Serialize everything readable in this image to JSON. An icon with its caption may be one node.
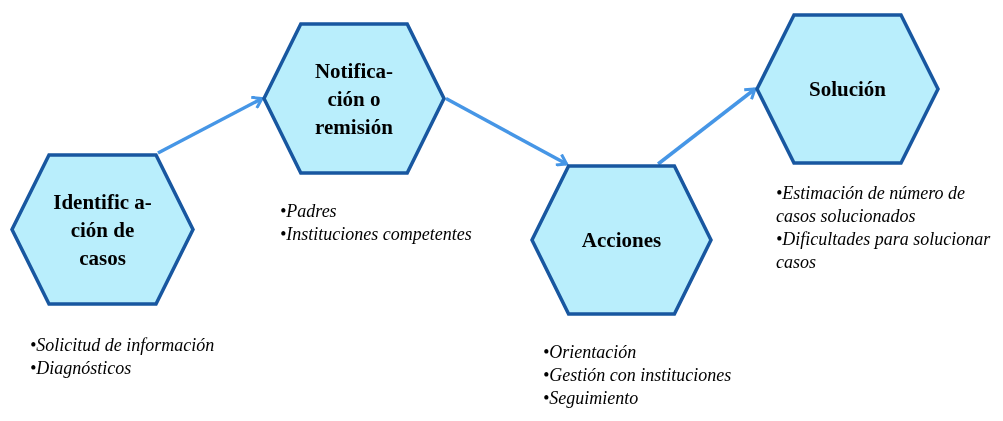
{
  "diagram": {
    "nodes": [
      {
        "text": [
          "Identific a-ción de casos"
        ],
        "beside": [
          "•Solicitud de información",
          "•Diagnósticos"
        ]
      },
      {
        "text": [
          "Notifica- ción o remisión"
        ],
        "beside": [
          "•Padres",
          "•Instituciones competentes"
        ]
      },
      {
        "text": [
          "Acciones"
        ],
        "beside": [
          "•Orientación",
          "•Gestión con instituciones",
          "•Seguimiento"
        ]
      },
      {
        "text": [
          "Solución"
        ],
        "beside": [
          "•Estimación de número de casos solucionados",
          "•Dificultades para solucionar casos"
        ]
      }
    ],
    "edges": [
      {
        "from": 0,
        "to": 1,
        "arrow": "to"
      },
      {
        "from": 1,
        "to": 2,
        "arrow": "to"
      },
      {
        "from": 2,
        "to": 3,
        "arrow": "to"
      }
    ]
  }
}
